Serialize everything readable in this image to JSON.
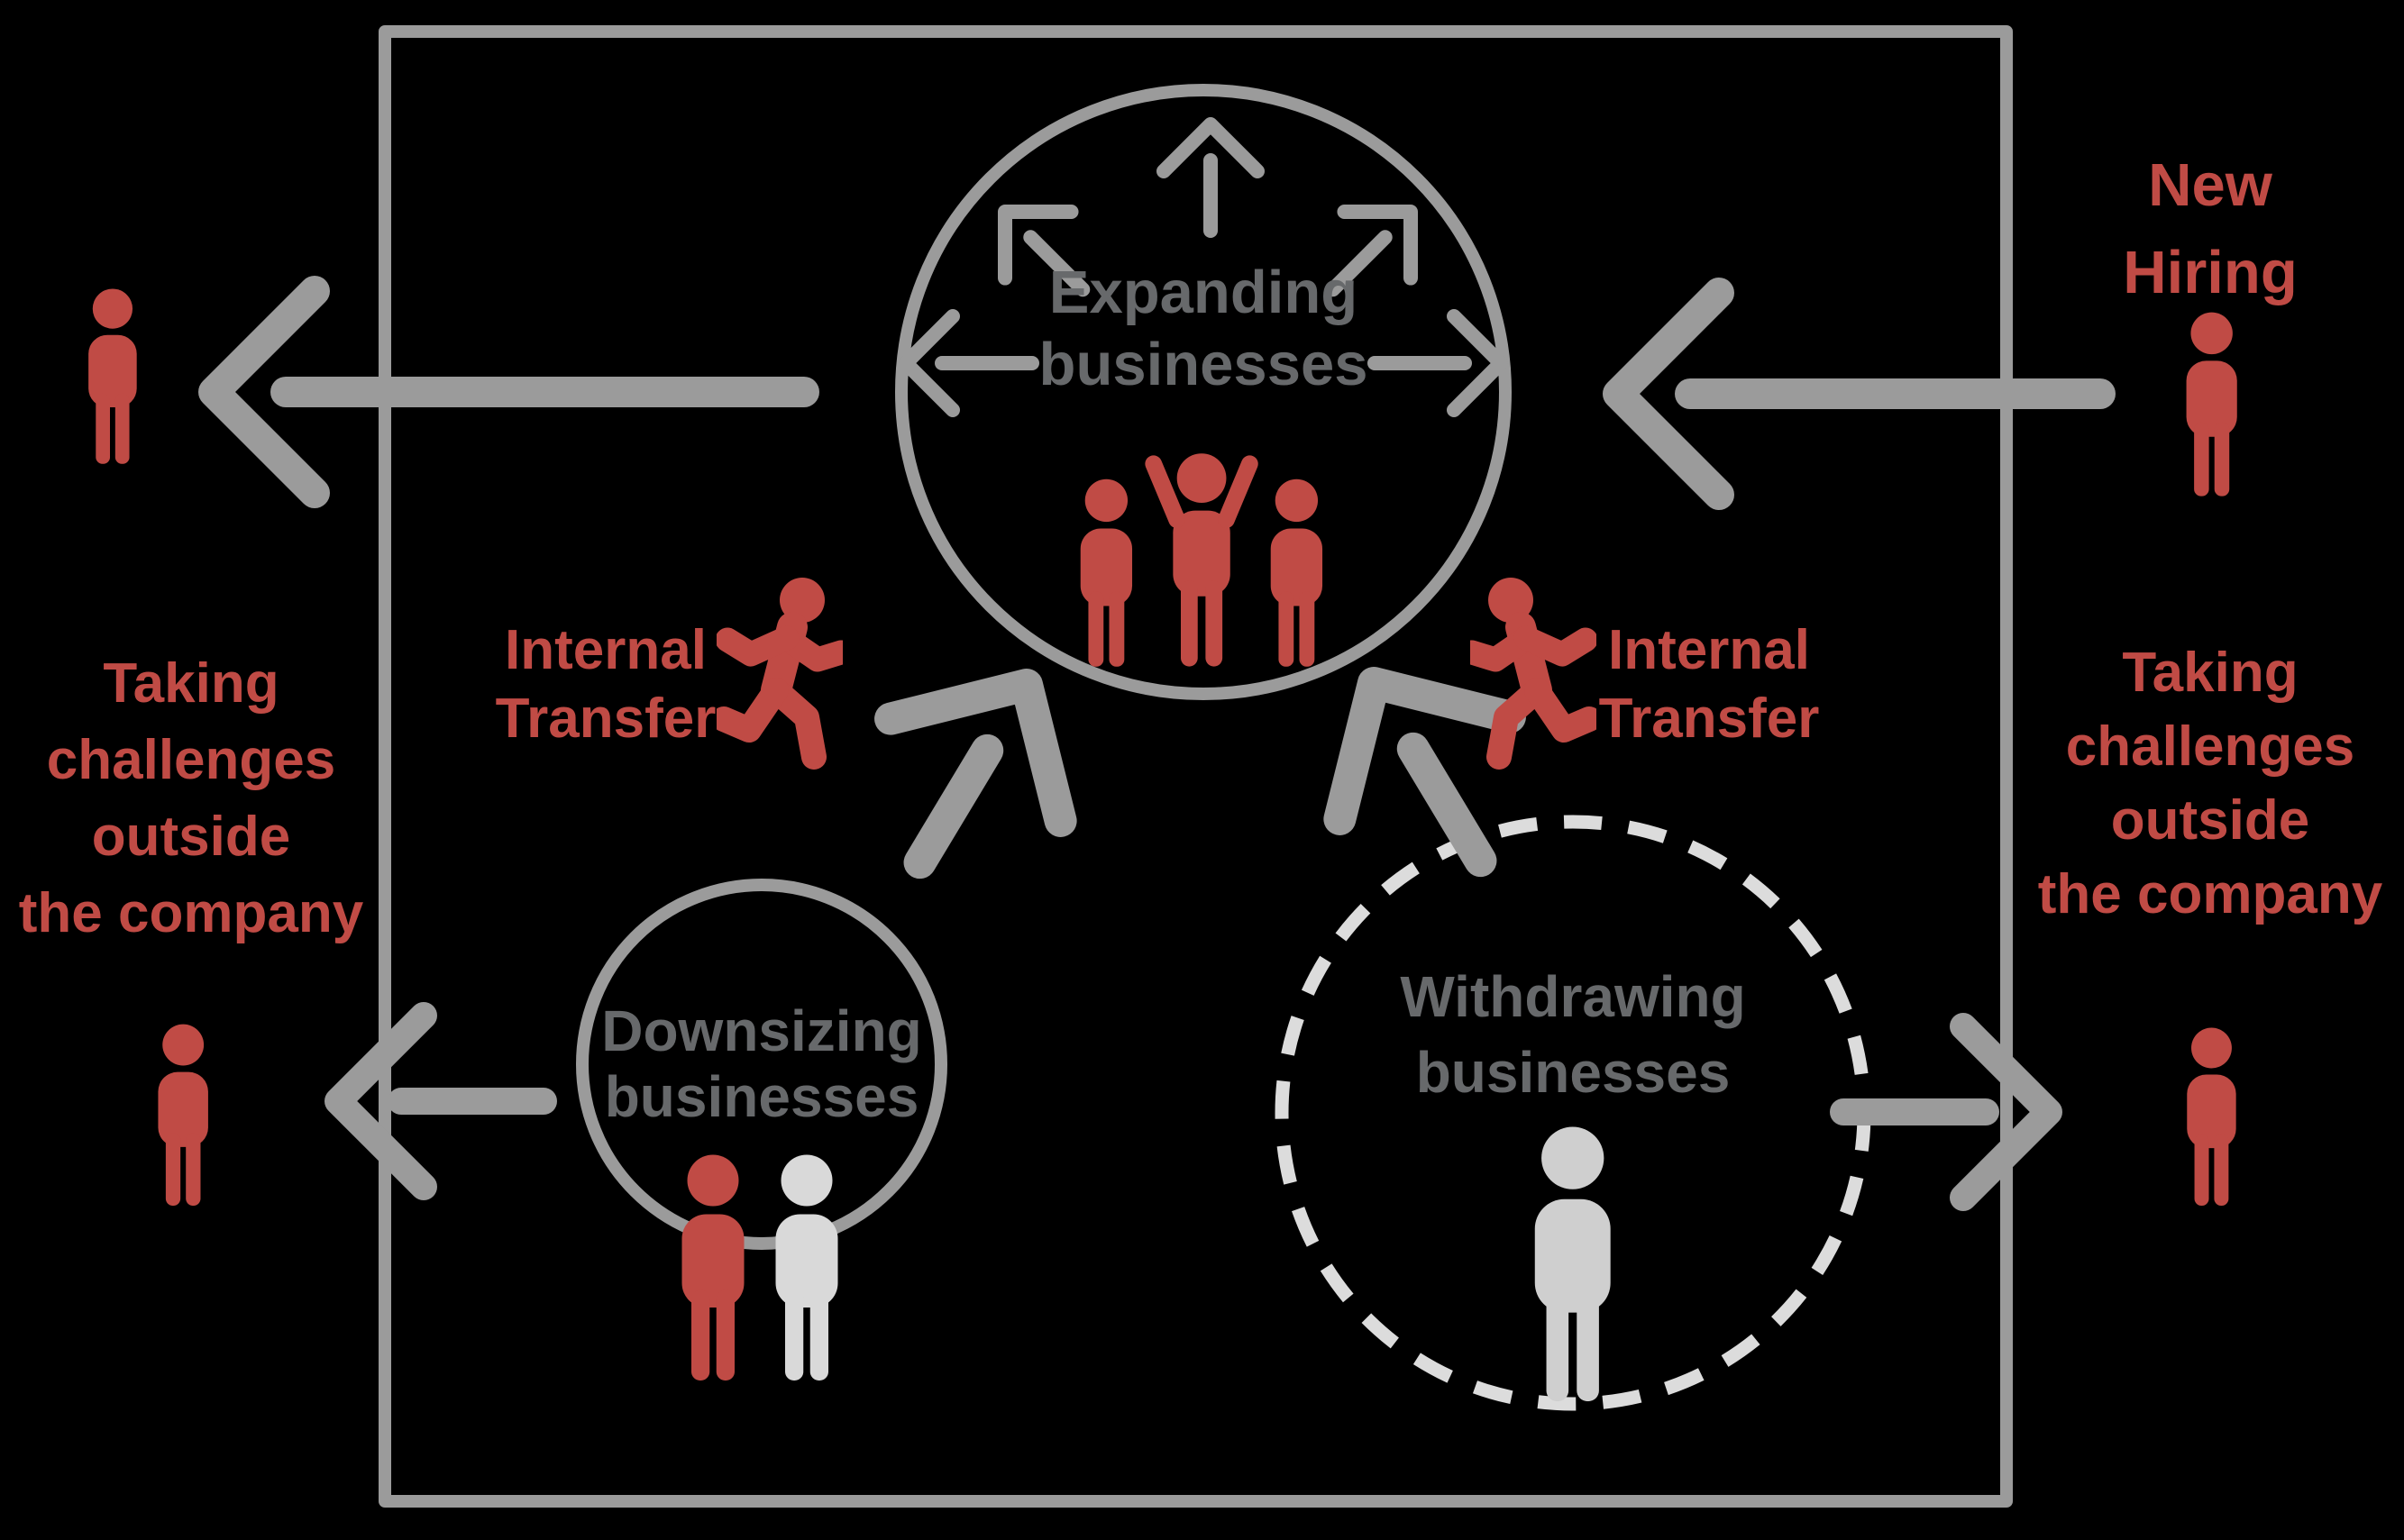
{
  "colors": {
    "red": "#c04b45",
    "line": "#9b9b9b",
    "text-gray": "#67696b",
    "light": "#d9d9d9",
    "dash": "#dcdcdc",
    "bg": "#000000"
  },
  "diagram": {
    "expanding": {
      "line1": "Expanding",
      "line2": "businesses"
    },
    "downsizing": {
      "line1": "Downsizing",
      "line2": "businesses"
    },
    "withdrawing": {
      "line1": "Withdrawing",
      "line2": "businesses"
    },
    "internal_transfer_left": {
      "line1": "Internal",
      "line2": "Transfer"
    },
    "internal_transfer_right": {
      "line1": "Internal",
      "line2": "Transfer"
    },
    "new_hiring": {
      "line1": "New",
      "line2": "Hiring"
    },
    "taking_challenges_left": {
      "lines": [
        "Taking",
        "challenges",
        "outside",
        "the company"
      ]
    },
    "taking_challenges_right": {
      "lines": [
        "Taking",
        "challenges",
        "outside",
        "the company"
      ]
    },
    "icons": [
      "company-boundary-frame",
      "expanding-businesses-circle",
      "downsizing-businesses-circle",
      "withdrawing-businesses-dashed-circle",
      "standing-person-icon (red = employees, light gray = leaving employees)",
      "celebrating-person-icon",
      "running-person-icon (internal transfer)",
      "arrow-icons (hiring in, transfers, exits out of company)"
    ]
  }
}
